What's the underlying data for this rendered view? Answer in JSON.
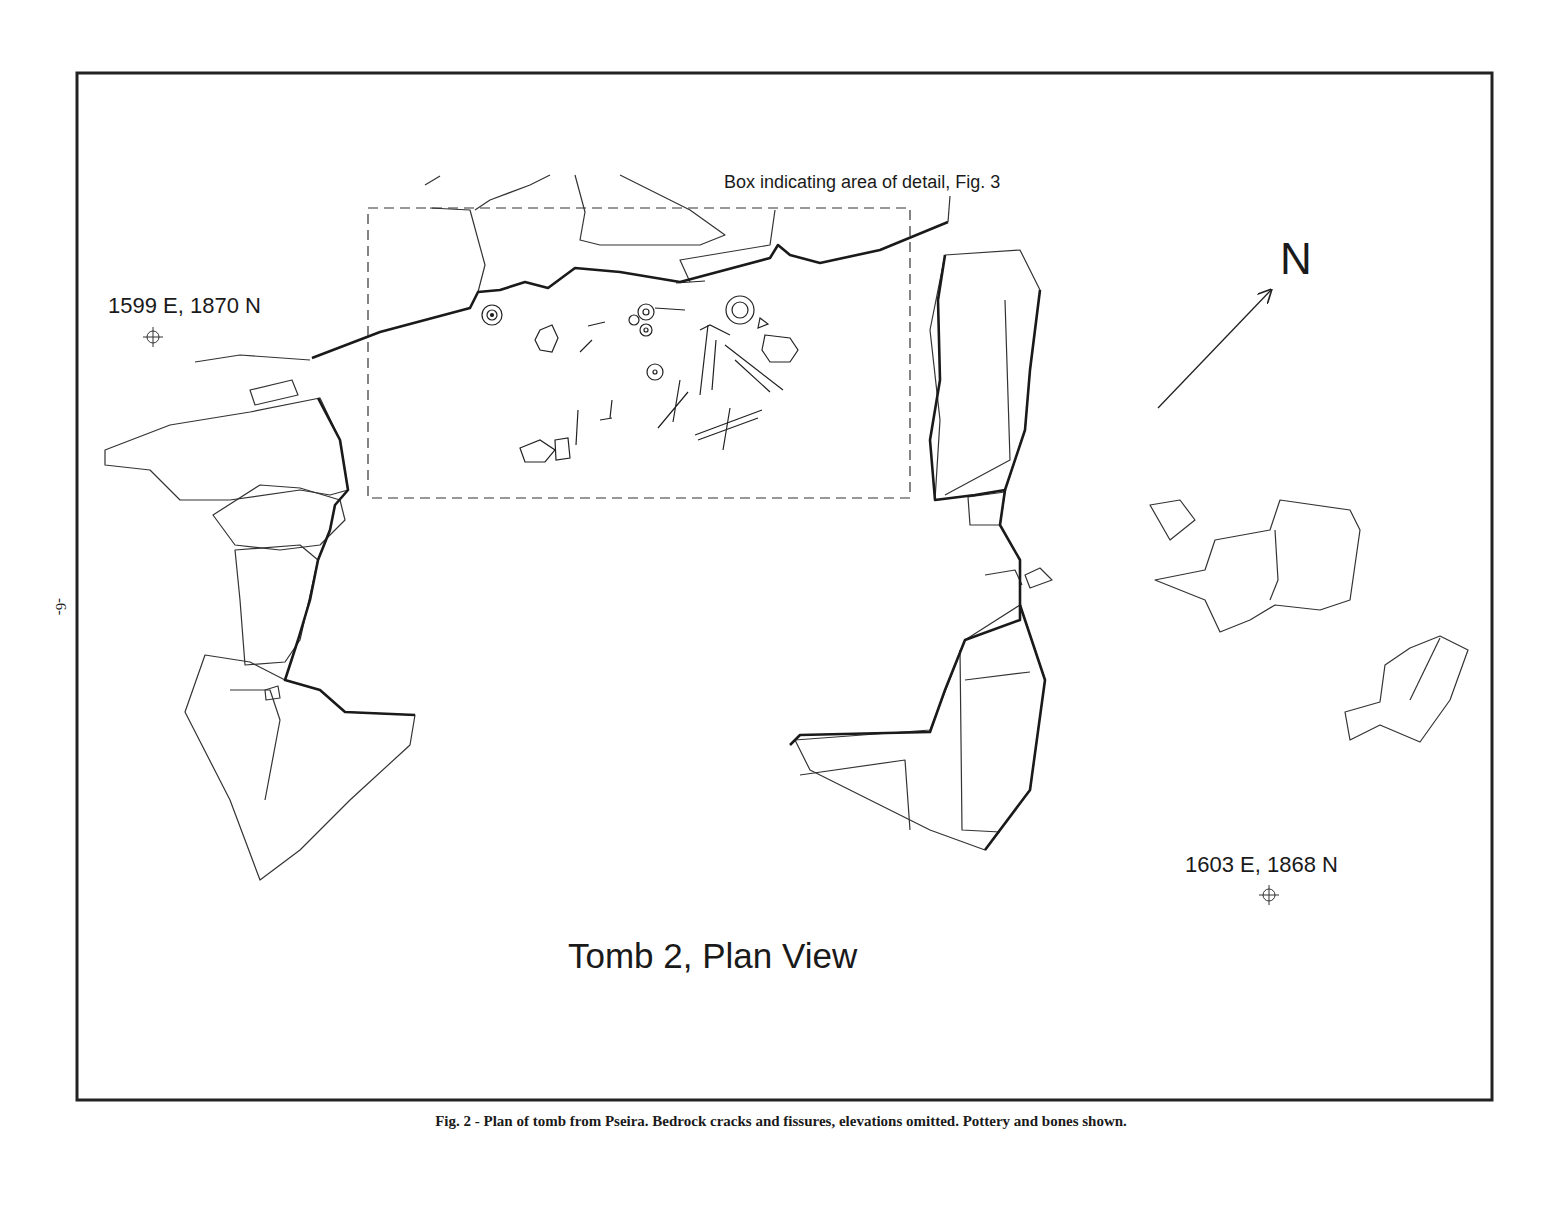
{
  "diagram": {
    "title": "Tomb 2, Plan View",
    "caption": "Fig. 2 - Plan of tomb from Pseira. Bedrock cracks and fissures, elevations omitted. Pottery and bones shown.",
    "labels": [
      "Box indicating area of detail, Fig. 3",
      "1599 E, 1870 N",
      "N",
      "1603 E, 1868 N",
      "-6-"
    ]
  }
}
